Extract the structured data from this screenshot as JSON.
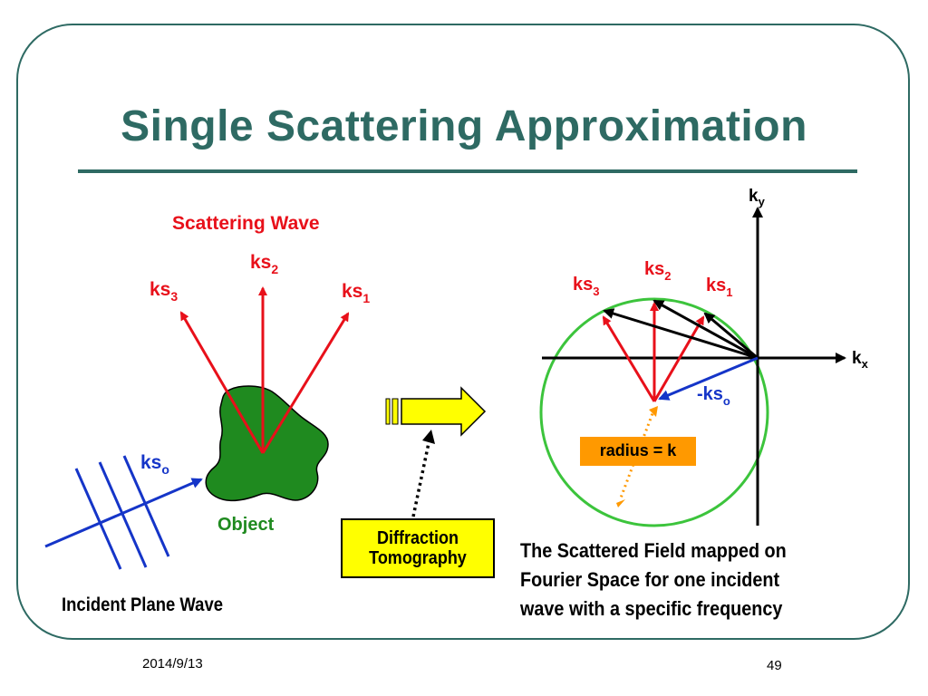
{
  "slide": {
    "title": "Single Scattering Approximation",
    "date": "2014/9/13",
    "page_number": "49"
  },
  "left_diagram": {
    "scattering_wave_label": "Scattering Wave",
    "ks1": {
      "base": "ks",
      "sub": "1"
    },
    "ks2": {
      "base": "ks",
      "sub": "2"
    },
    "ks3": {
      "base": "ks",
      "sub": "3"
    },
    "kso": {
      "base": "ks",
      "sub": "o"
    },
    "object_label": "Object",
    "incident_label": "Incident Plane Wave"
  },
  "middle": {
    "box_line1": "Diffraction",
    "box_line2": "Tomography"
  },
  "right_diagram": {
    "ky": {
      "base": "k",
      "sub": "y"
    },
    "kx": {
      "base": "k",
      "sub": "x"
    },
    "ks1": {
      "base": "ks",
      "sub": "1"
    },
    "ks2": {
      "base": "ks",
      "sub": "2"
    },
    "ks3": {
      "base": "ks",
      "sub": "3"
    },
    "neg_kso": {
      "base": "-ks",
      "sub": "o"
    },
    "radius_label": "radius = k",
    "caption_lines": [
      "The Scattered Field mapped on",
      "Fourier Space for one incident",
      "wave with a specific frequency"
    ]
  },
  "colors": {
    "title": "#2e6a63",
    "scatter_red": "#e8101a",
    "incident_blue": "#1535c8",
    "object_green": "#1f8a1f",
    "circle_green": "#3cc43c",
    "box_yellow": "#ffff00",
    "radius_orange": "#ff9900"
  }
}
